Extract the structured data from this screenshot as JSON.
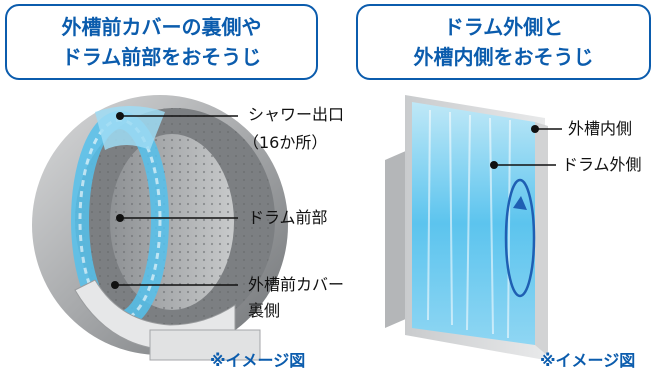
{
  "titles": {
    "left": {
      "line1": "外槽前カバーの裏側や",
      "line2": "ドラム前部をおそうじ"
    },
    "right": {
      "line1": "ドラム外側と",
      "line2": "外槽内側をおそうじ"
    }
  },
  "left_labels": {
    "shower_line1": "シャワー出口",
    "shower_line2": "（16か所）",
    "drum_front": "ドラム前部",
    "cover_line1": "外槽前カバー",
    "cover_line2": "裏側"
  },
  "right_labels": {
    "outer_tub_inside": "外槽内側",
    "drum_outside": "ドラム外側"
  },
  "notes": {
    "left": "※イメージ図",
    "right": "※イメージ図"
  },
  "colors": {
    "accent": "#0b5cad",
    "water": "#3fb7e6"
  }
}
